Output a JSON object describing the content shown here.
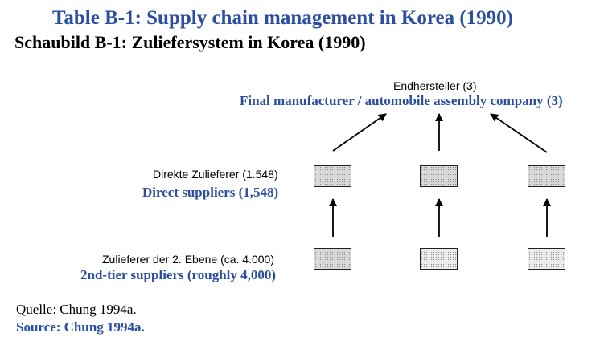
{
  "colors": {
    "english_text": "#2a4ea0",
    "german_text": "#000000"
  },
  "title": {
    "english": "Table B-1:  Supply chain management in Korea (1990)",
    "german": "Schaubild B-1:  Zuliefersystem in Korea (1990)"
  },
  "final_manufacturer": {
    "german": "Endhersteller (3)",
    "english": "Final manufacturer / automobile assembly company (3)"
  },
  "direct_suppliers": {
    "german": "Direkte Zulieferer (1.548)",
    "english": "Direct suppliers (1,548)"
  },
  "second_tier_suppliers": {
    "german": "Zulieferer der 2. Ebene (ca. 4.000)",
    "english": "2nd-tier suppliers (roughly 4,000)"
  },
  "source": {
    "german": "Quelle:  Chung 1994a.",
    "english": "Source:  Chung 1994a."
  }
}
